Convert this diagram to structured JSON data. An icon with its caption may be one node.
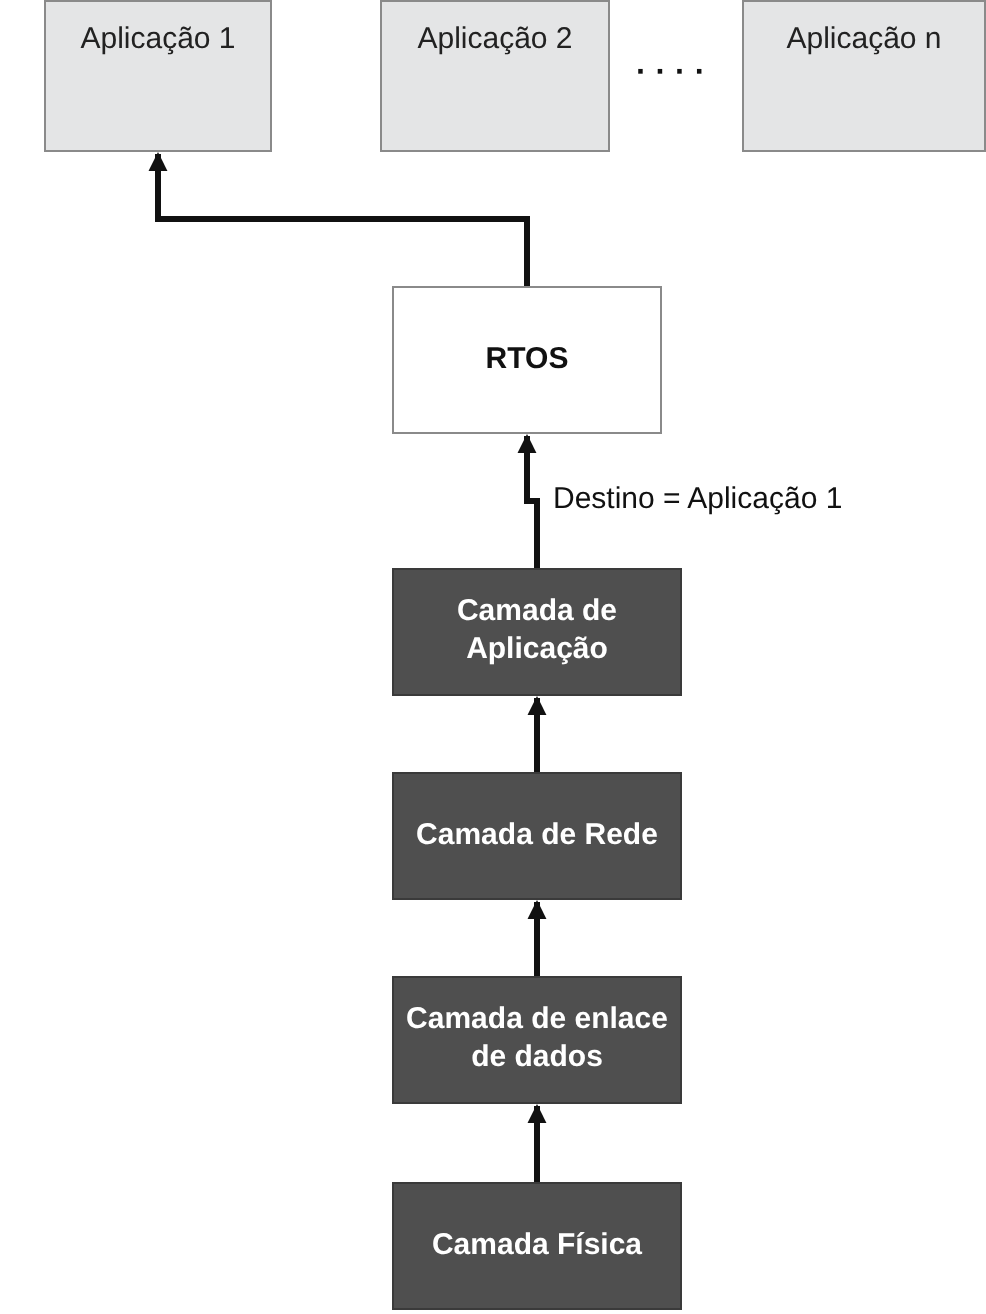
{
  "diagram": {
    "nodes": [
      {
        "text": [
          "Aplicação 1"
        ]
      },
      {
        "text": [
          "Aplicação 2"
        ]
      },
      {
        "text": [
          "Aplicação n"
        ]
      },
      {
        "text": [
          "RTOS"
        ]
      },
      {
        "text": [
          "Camada de Aplicação"
        ]
      },
      {
        "text": [
          "Camada de Rede"
        ]
      },
      {
        "text": [
          "Camada de enlace de dados"
        ]
      },
      {
        "text": [
          "Camada Física"
        ]
      }
    ],
    "edges": [
      {
        "from": 7,
        "to": 6,
        "arrow": "to"
      },
      {
        "from": 6,
        "to": 5,
        "arrow": "to"
      },
      {
        "from": 5,
        "to": 4,
        "arrow": "to"
      },
      {
        "from": 4,
        "to": 3,
        "arrow": "to",
        "label": "Destino = Aplicação 1"
      },
      {
        "from": 3,
        "to": 0,
        "arrow": "to"
      }
    ],
    "labels": [
      "· · · ·"
    ]
  }
}
